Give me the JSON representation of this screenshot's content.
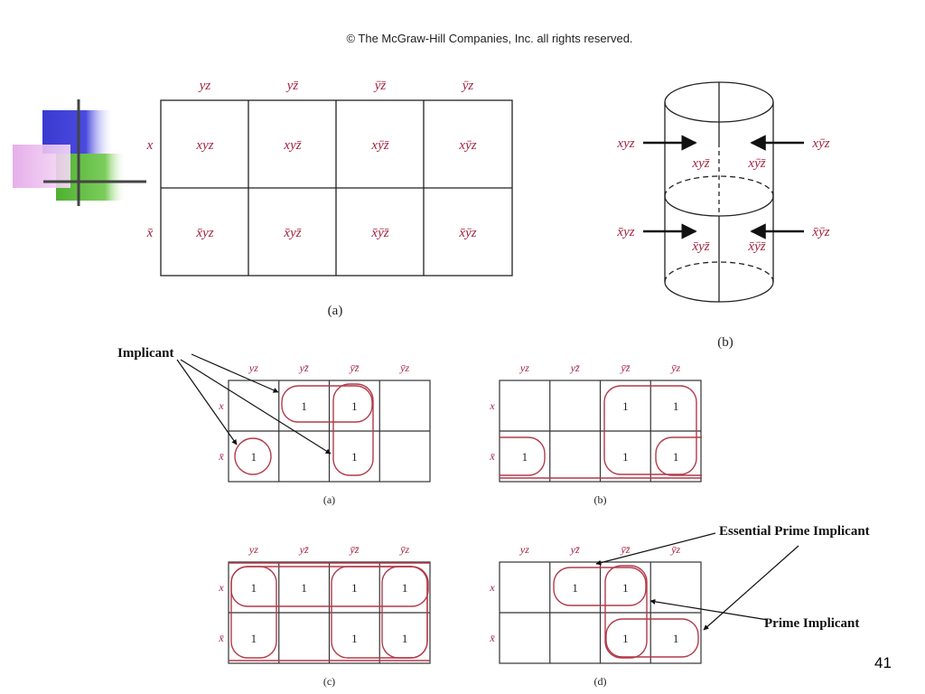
{
  "header": {
    "copyright": "© The McGraw-Hill Companies, Inc. all rights reserved."
  },
  "slide_number": "41",
  "colors": {
    "math_red": "#a3223e",
    "loop_red": "#b23a4a",
    "grid": "#333333"
  },
  "figure_a": {
    "caption": "(a)",
    "col_headers": [
      "yz",
      "yz̄",
      "ȳz̄",
      "ȳz"
    ],
    "row_headers": [
      "x",
      "x̄"
    ],
    "cells": [
      [
        "xyz",
        "xyz̄",
        "xȳz̄",
        "xȳz"
      ],
      [
        "x̄yz",
        "x̄yz̄",
        "x̄ȳz̄",
        "x̄ȳz"
      ]
    ]
  },
  "figure_b": {
    "caption": "(b)",
    "outer_labels": {
      "top_left": "xyz",
      "top_right": "xȳz",
      "bottom_left": "x̄yz",
      "bottom_right": "x̄ȳz"
    },
    "inner_labels": {
      "top_left": "xyz̄",
      "top_right": "xȳz̄",
      "bottom_left": "x̄yz̄",
      "bottom_right": "x̄ȳz̄"
    }
  },
  "small_maps": {
    "col_headers": [
      "yz",
      "yz̄",
      "ȳz̄",
      "ȳz"
    ],
    "row_headers": [
      "x",
      "x̄"
    ],
    "maps": [
      {
        "caption": "(a)",
        "cells": [
          [
            "",
            "1",
            "1",
            ""
          ],
          [
            "1",
            "",
            "1",
            ""
          ]
        ]
      },
      {
        "caption": "(b)",
        "cells": [
          [
            "",
            "",
            "1",
            "1"
          ],
          [
            "1",
            "",
            "1",
            "1"
          ]
        ]
      },
      {
        "caption": "(c)",
        "cells": [
          [
            "1",
            "1",
            "1",
            "1"
          ],
          [
            "1",
            "",
            "1",
            "1"
          ]
        ]
      },
      {
        "caption": "(d)",
        "cells": [
          [
            "",
            "1",
            "1",
            ""
          ],
          [
            "",
            "",
            "1",
            "1"
          ]
        ]
      }
    ]
  },
  "annotations": {
    "implicant": "Implicant",
    "essential_prime_implicant": "Essential Prime Implicant",
    "prime_implicant": "Prime Implicant"
  }
}
